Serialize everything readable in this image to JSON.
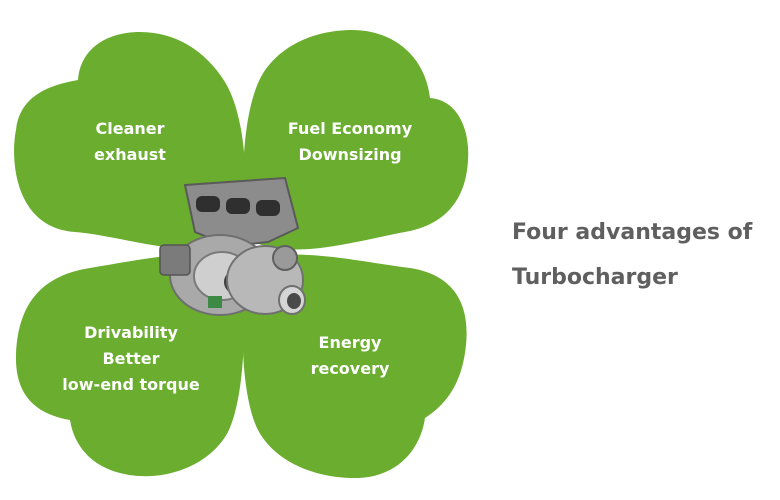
{
  "leaves": {
    "top_left": [
      "Cleaner",
      "exhaust"
    ],
    "top_right": [
      "Fuel Economy",
      "Downsizing"
    ],
    "bottom_left": [
      "Drivability",
      "Better",
      "low-end torque"
    ],
    "bottom_right": [
      "Energy",
      "recovery"
    ]
  },
  "heading": [
    "Four advantages of",
    "Turbocharger"
  ],
  "center_image": "turbocharger-photo",
  "colors": {
    "leaf_green": "#6aad2f",
    "leaf_text": "#ffffff",
    "heading_text": "#5f5f5f"
  }
}
